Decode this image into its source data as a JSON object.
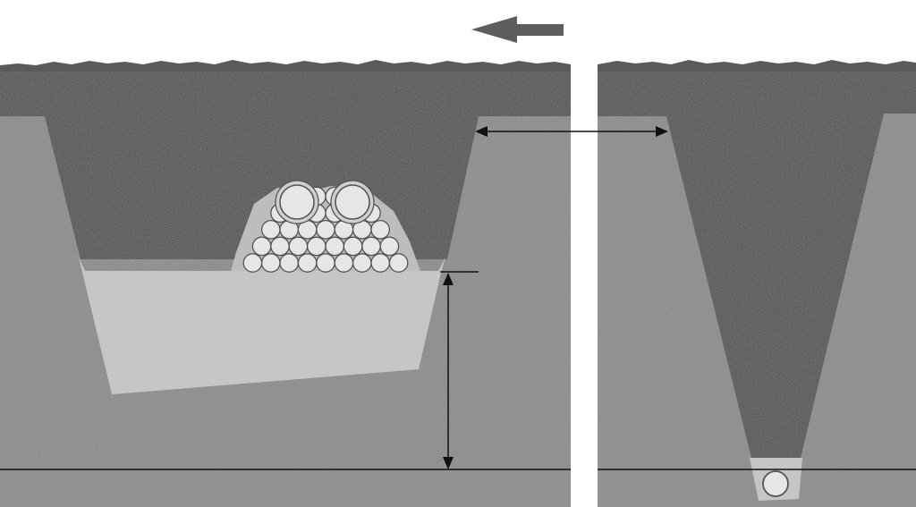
{
  "diagram": {
    "panels": [
      {
        "name": "wide-trench",
        "pipe_bundle": {
          "large_pipes": 2,
          "small_pipe_rows": [
            4,
            6,
            7,
            8,
            9
          ]
        }
      },
      {
        "name": "narrow-trench",
        "pipe_bundle": {
          "large_pipes": 1,
          "small_pipe_rows": []
        }
      }
    ],
    "direction_arrow": "left-arrow-icon",
    "dimension_markers": [
      "horizontal-width-arrow",
      "vertical-depth-arrow",
      "reference-line"
    ]
  },
  "colors": {
    "background": "#ffffff",
    "soil": "#8a8a8a",
    "backfill": "#4f4f4f",
    "grass": "#5a5a5a",
    "bedding": "#c7c7c7",
    "pipe_fill": "#e6e6e6",
    "pipe_stroke": "#555555",
    "arrow": "#5e5e5e",
    "line": "#111111",
    "gap": "#ffffff"
  }
}
